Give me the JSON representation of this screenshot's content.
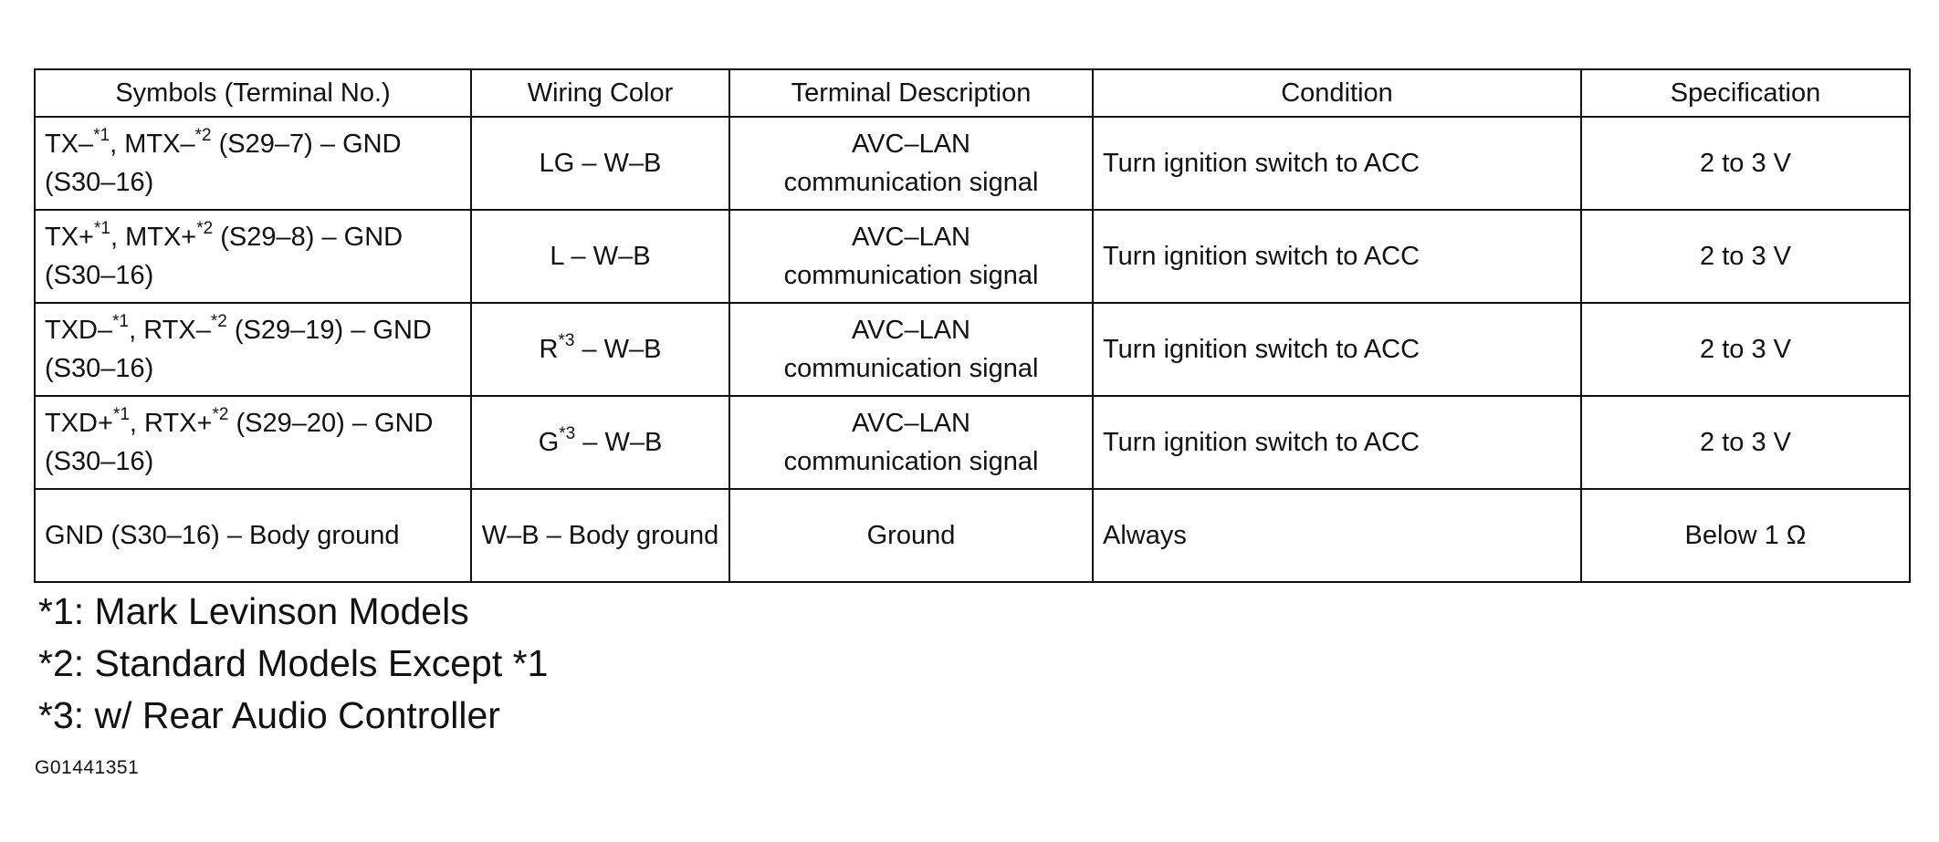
{
  "table": {
    "headers": [
      "Symbols (Terminal No.)",
      "Wiring Color",
      "Terminal Description",
      "Condition",
      "Specification"
    ],
    "rows": [
      {
        "symbols": {
          "p1": "TX–",
          "s1": "*1",
          "p2": ", MTX–",
          "s2": "*2",
          "p3": " (S29–7) – GND (S30–16)"
        },
        "wiring": {
          "p1": "LG – W–B",
          "s1": "",
          "p2": ""
        },
        "description_line1": "AVC–LAN",
        "description_line2": "communication signal",
        "condition": "Turn ignition switch to ACC",
        "specification": "2 to 3 V"
      },
      {
        "symbols": {
          "p1": "TX+",
          "s1": "*1",
          "p2": ", MTX+",
          "s2": "*2",
          "p3": " (S29–8) – GND (S30–16)"
        },
        "wiring": {
          "p1": "L – W–B",
          "s1": "",
          "p2": ""
        },
        "description_line1": "AVC–LAN",
        "description_line2": "communication signal",
        "condition": "Turn ignition switch to ACC",
        "specification": "2 to 3 V"
      },
      {
        "symbols": {
          "p1": "TXD–",
          "s1": "*1",
          "p2": ", RTX–",
          "s2": "*2",
          "p3": " (S29–19) – GND (S30–16)"
        },
        "wiring": {
          "p1": "R",
          "s1": "*3",
          "p2": " – W–B"
        },
        "description_line1": "AVC–LAN",
        "description_line2": "communication signal",
        "condition": "Turn ignition switch to ACC",
        "specification": "2 to 3 V"
      },
      {
        "symbols": {
          "p1": "TXD+",
          "s1": "*1",
          "p2": ", RTX+",
          "s2": "*2",
          "p3": " (S29–20) – GND (S30–16)"
        },
        "wiring": {
          "p1": "G",
          "s1": "*3",
          "p2": " – W–B"
        },
        "description_line1": "AVC–LAN",
        "description_line2": "communication signal",
        "condition": "Turn ignition switch to ACC",
        "specification": "2 to 3 V"
      },
      {
        "symbols": {
          "p1": "GND (S30–16) – Body ground",
          "s1": "",
          "p2": "",
          "s2": "",
          "p3": ""
        },
        "wiring": {
          "p1": "W–B – Body ground",
          "s1": "",
          "p2": ""
        },
        "description_line1": "Ground",
        "description_line2": "",
        "condition": "Always",
        "specification": "Below 1 Ω"
      }
    ]
  },
  "notes": [
    "*1: Mark Levinson Models",
    "*2: Standard Models Except *1",
    "*3: w/ Rear Audio Controller"
  ],
  "figure_id": "G01441351"
}
